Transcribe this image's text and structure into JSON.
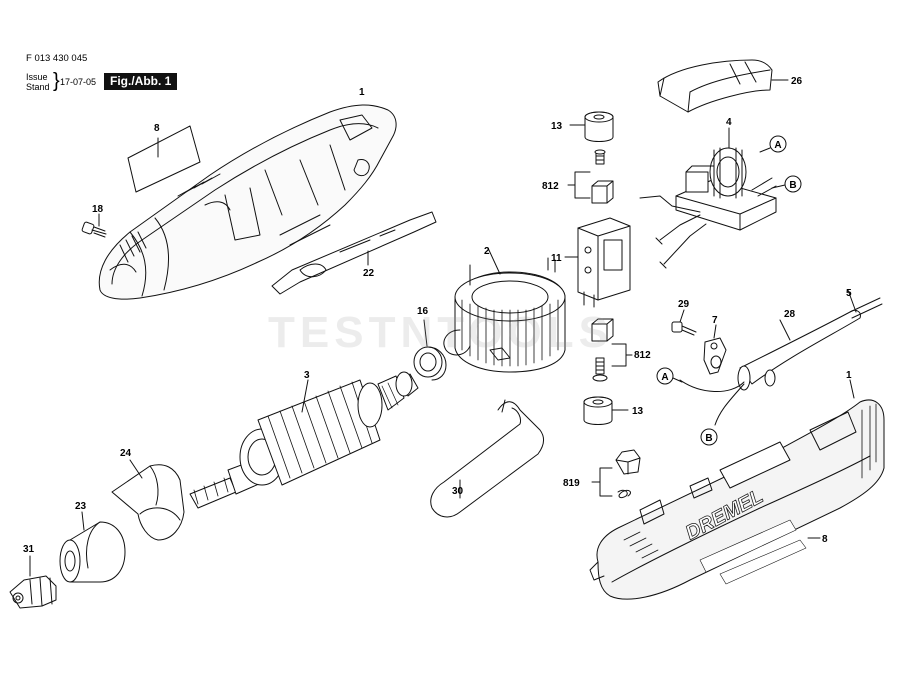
{
  "header": {
    "doc_number": "F 013 430 045",
    "issue_label": "Issue",
    "stand_label": "Stand",
    "date": "17-07-05",
    "figure_label": "Fig./Abb. 1"
  },
  "watermark": "TESTNTOOLS",
  "brand_text": "DREMEL",
  "callouts": {
    "p1_top": "1",
    "p8_top": "8",
    "p18": "18",
    "p22": "22",
    "p13_top": "13",
    "p812_top": "812",
    "p11": "11",
    "p26": "26",
    "p4": "4",
    "p2": "2",
    "p16": "16",
    "p3": "3",
    "p812_bottom": "812",
    "p13_bottom": "13",
    "p29": "29",
    "p7": "7",
    "p28": "28",
    "p5": "5",
    "p1_bottom": "1",
    "p24": "24",
    "p23": "23",
    "p31": "31",
    "p30": "30",
    "p819": "819",
    "p8_bottom": "8"
  },
  "connectors": {
    "a_top": "A",
    "b_top": "B",
    "a_bottom": "A",
    "b_bottom": "B"
  }
}
